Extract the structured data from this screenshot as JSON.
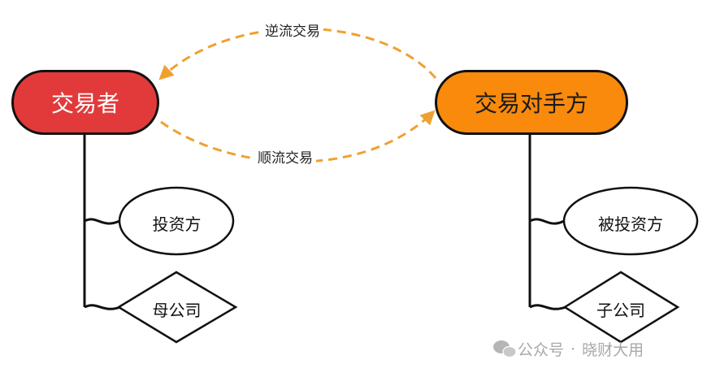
{
  "nodes": {
    "trader": "交易者",
    "counterparty": "交易对手方",
    "investor": "投资方",
    "parent_company": "母公司",
    "invested_party": "被投资方",
    "subsidiary": "子公司"
  },
  "flows": {
    "reverse_trade": "逆流交易",
    "forward_trade": "顺流交易"
  },
  "watermark": {
    "account": "公众号",
    "separator": "·",
    "name": "晓财大用"
  },
  "colors": {
    "trader_fill": "#e23a3a",
    "counterparty_fill": "#f98a0c",
    "arrow_color": "#f0a030"
  }
}
